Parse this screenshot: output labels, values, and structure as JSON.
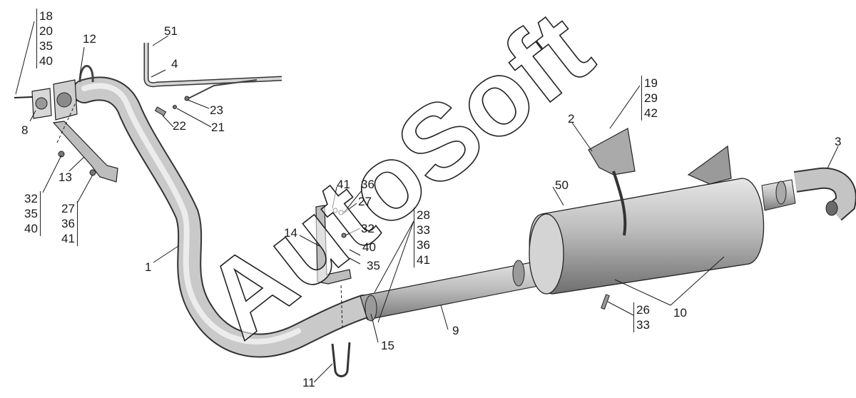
{
  "watermark": "AutoSoft",
  "callouts": {
    "c1": "1",
    "c2": "2",
    "c3": "3",
    "c4": "4",
    "c8": "8",
    "c9": "9",
    "c10": "10",
    "c11": "11",
    "c12": "12",
    "c13": "13",
    "c14": "14",
    "c15": "15",
    "c21": "21",
    "c22": "22",
    "c23": "23",
    "c50": "50",
    "c51": "51"
  },
  "stacks": {
    "s18": [
      "18",
      "20",
      "35",
      "40"
    ],
    "s32": [
      "32",
      "35",
      "40"
    ],
    "s27": [
      "27",
      "36",
      "41"
    ],
    "s41a": [
      "41",
      "36"
    ],
    "s27b": [
      "27"
    ],
    "s32b": [
      "32",
      "40",
      "35"
    ],
    "s28": [
      "28",
      "33",
      "36",
      "41"
    ],
    "s19": [
      "19",
      "29",
      "42"
    ],
    "s26": [
      "26",
      "33"
    ]
  },
  "colors": {
    "line": "#1a1a1a",
    "part_fill": "#c8c8c8",
    "part_dark": "#8a8a8a",
    "watermark": "#ffffff"
  }
}
